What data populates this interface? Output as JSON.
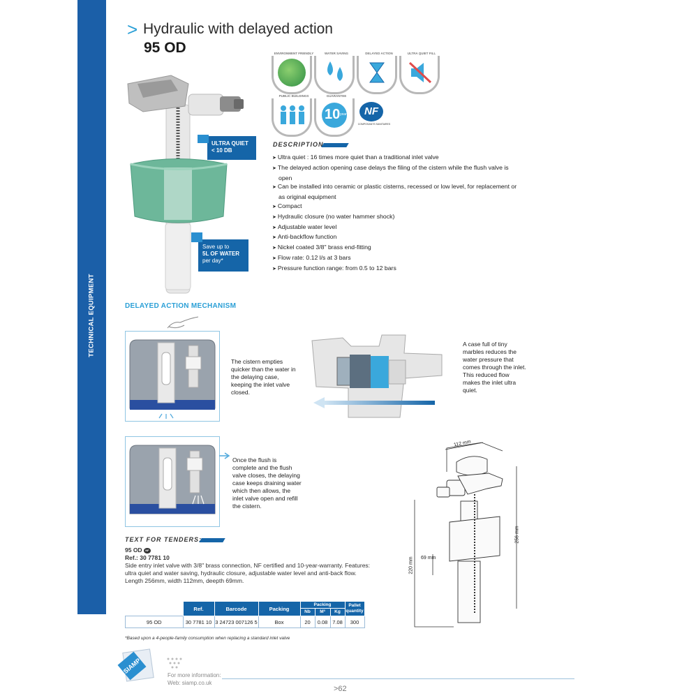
{
  "sidebar": {
    "label": "TECHNICAL EQUIPMENT"
  },
  "header": {
    "chevron": ">",
    "title": "Hydraulic with delayed action",
    "model": "95 OD"
  },
  "badges": [
    {
      "name": "ENVIRONMENT FRIENDLY",
      "icon": "globe-icon"
    },
    {
      "name": "WATER SAVING",
      "icon": "water-drops-icon"
    },
    {
      "name": "DELAYED ACTION",
      "icon": "hourglass-icon"
    },
    {
      "name": "ULTRA QUIET FILL",
      "icon": "mute-speaker-icon"
    },
    {
      "name": "PUBLIC BUILDINGS",
      "icon": "people-icon"
    },
    {
      "name": "GUARANTEE",
      "icon": "ten-years-icon",
      "number": "10",
      "unit": "years"
    },
    {
      "name": "NF",
      "icon": "nf-certification-icon",
      "sub": "COMPOSANTS SANITAIRES"
    }
  ],
  "callouts": {
    "quiet": [
      "ULTRA QUIET",
      "< 10 DB"
    ],
    "save": [
      "Save up to",
      "5L OF WATER",
      "per day*"
    ]
  },
  "description": {
    "heading": "DESCRIPTION",
    "items": [
      "Ultra quiet : 16 times more quiet than a traditional inlet valve",
      "The delayed action opening case delays the filing of the cistern while the flush valve is open",
      "Can be installed into ceramic or plastic cisterns, recessed or low level, for replacement or as original equipment",
      "Compact",
      "Hydraulic closure (no water hammer shock)",
      "Adjustable water level",
      "Anti-backflow function",
      "Nickel coated 3/8\" brass end-fitting",
      "Flow rate: 0.12 l/s at 3 bars",
      "Pressure function range: from 0.5 to 12 bars"
    ]
  },
  "mechanism": {
    "title": "DELAYED ACTION MECHANISM",
    "caption1": "The cistern empties quicker than the water in the delaying case, keeping the inlet valve closed.",
    "caption2": "A case full of tiny marbles reduces the water pressure that comes through the inlet. This reduced flow makes the inlet ultra quiet.",
    "caption3": "Once the flush is complete and the flush valve closes, the delaying case keeps draining water which then allows, the inlet valve open and refill the cistern."
  },
  "dimensions": {
    "width": "112 mm",
    "height": "256 mm",
    "min_height": "220 mm",
    "offset": "69 mm"
  },
  "tender": {
    "heading": "TEXT FOR TENDERS:",
    "model": "95 OD",
    "ref": "Ref.: 30 7781 10",
    "text": "Side entry inlet valve with 3/8\" brass connection, NF certified and 10-year-warranty. Features: ultra quiet and water saving, hydraulic closure, adjustable water level and anti-back flow. Length 256mm, width 112mm, deepth 69mm."
  },
  "table": {
    "headers": {
      "ref": "Ref.",
      "barcode": "Barcode",
      "packing": "Packing",
      "packing_group": "Packing",
      "nb": "Nb",
      "m3": "M³",
      "kg": "Kg",
      "pallet": "Pallet quantity"
    },
    "row": {
      "name": "95 OD",
      "ref": "30 7781 10",
      "barcode": "3 24723 007126 5",
      "packing": "Box",
      "nb": "20",
      "m3": "0.08",
      "kg": "7.08",
      "pallet": "300"
    }
  },
  "footnote": "*Based upon a 4-people-family consumption when replacing a standard inlet valve",
  "footer": {
    "brand": "SIAMP",
    "info_label": "For more information:",
    "web": "Web: siamp.co.uk",
    "page": ">62"
  },
  "colors": {
    "brand_blue": "#1565a8",
    "accent_cyan": "#2a9fd6",
    "valve_green": "#6db79a"
  }
}
